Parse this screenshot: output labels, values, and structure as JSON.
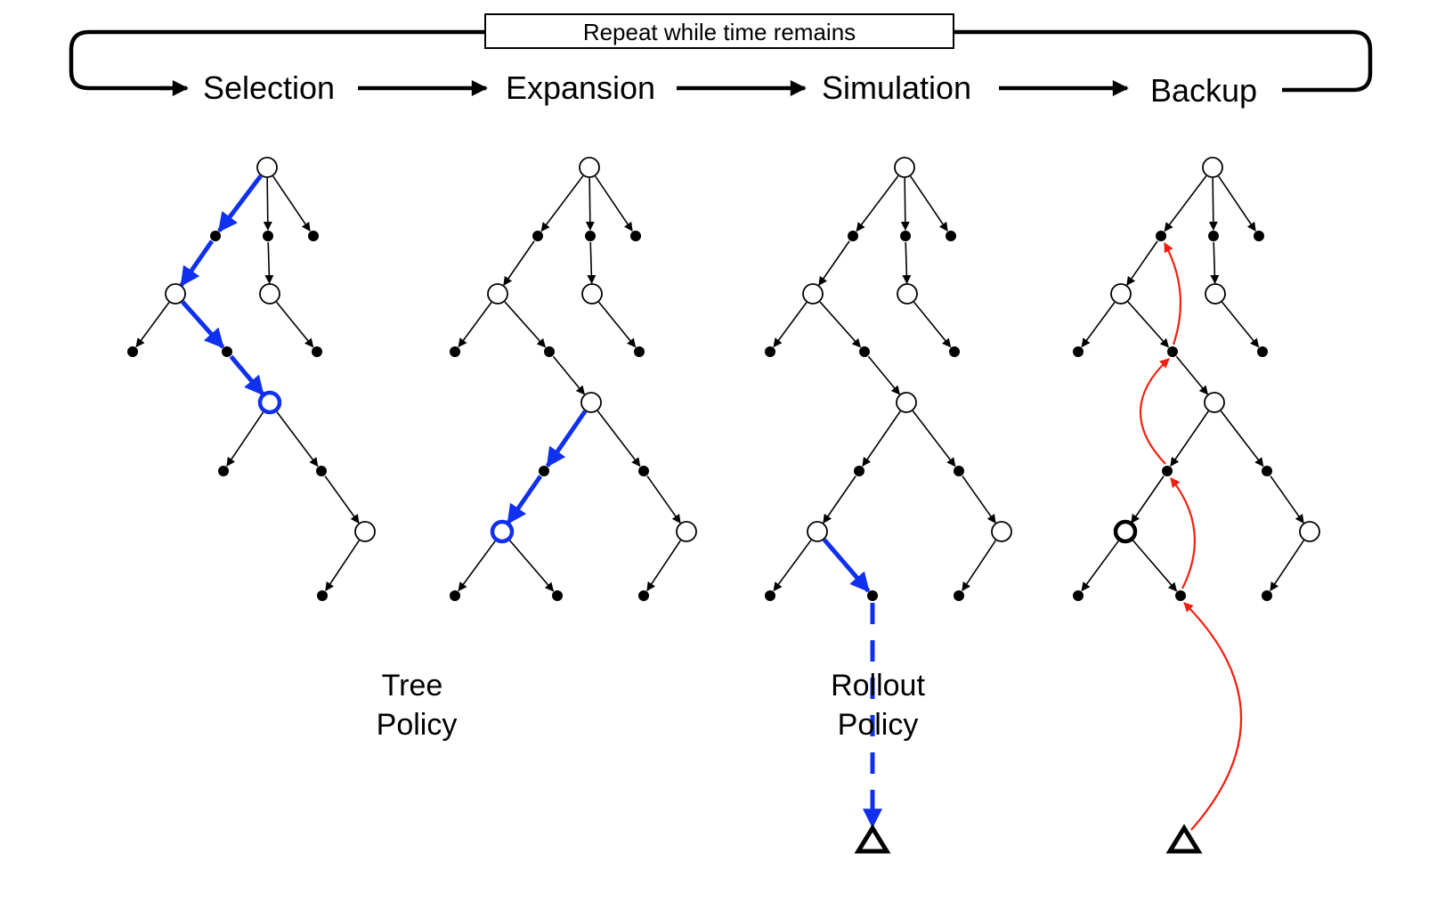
{
  "loop_label": "Repeat while time remains",
  "stages": {
    "selection": "Selection",
    "expansion": "Expansion",
    "simulation": "Simulation",
    "backup": "Backup"
  },
  "tree_policy": {
    "line1": "Tree",
    "line2": "Policy"
  },
  "rollout_policy": {
    "line1": "Rollout",
    "line2": "Policy"
  },
  "colors": {
    "policy_path": "#1030f0",
    "backup_path": "#f02010",
    "tree": "#000000"
  }
}
